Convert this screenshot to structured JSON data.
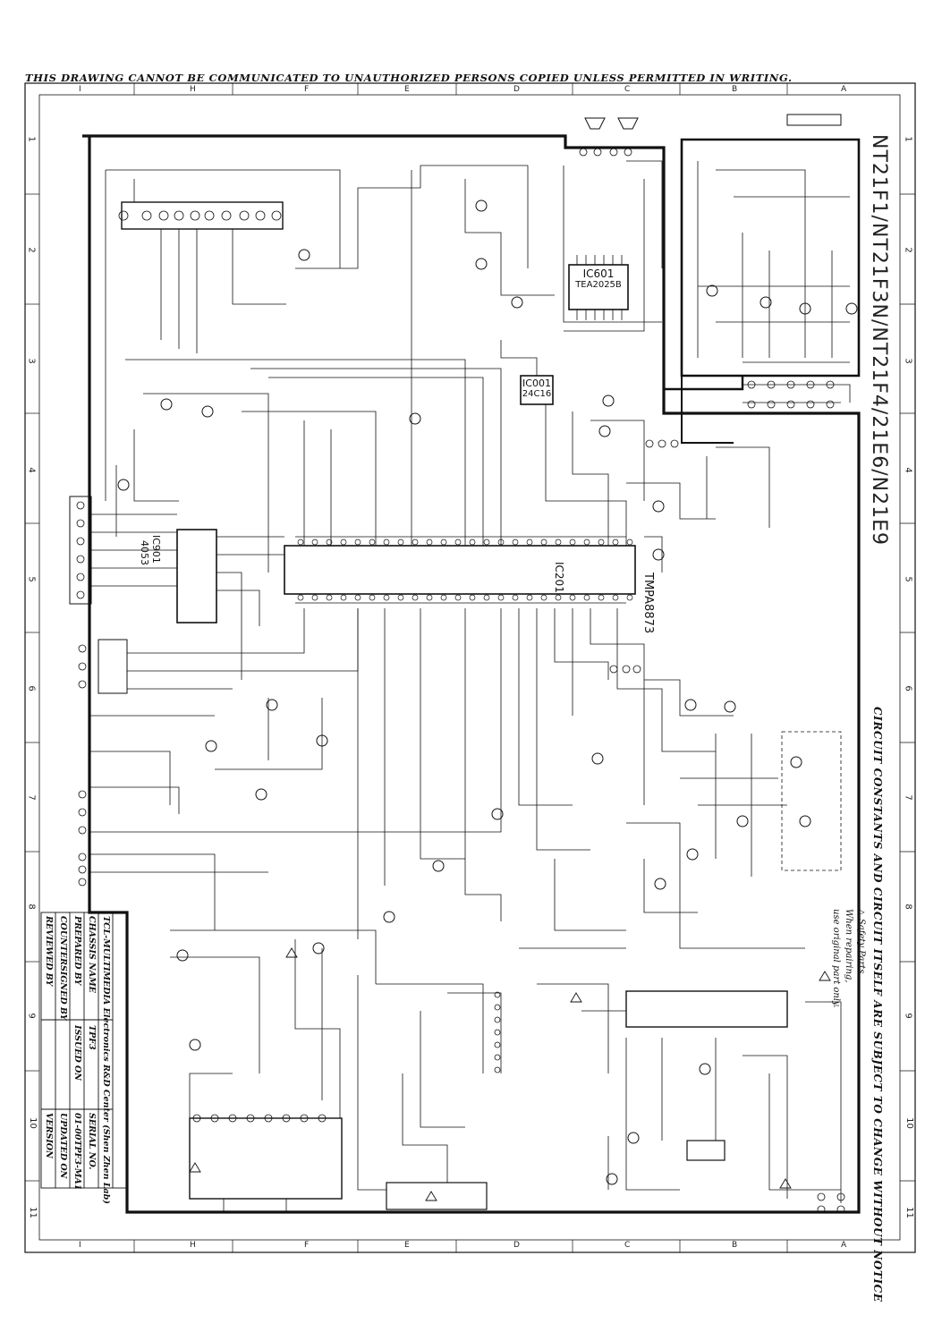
{
  "warning": "THIS DRAWING CANNOT BE COMMUNICATED TO UNAUTHORIZED PERSONS COPIED UNLESS PERMITTED IN WRITING.",
  "model_title": "NT21F1/NT21F3N/NT21F4/21E6/N21E9",
  "notice": "CIRCUIT CONSTANTS AND CIRCUIT ITSELF ARE SUBJECT TO CHANGE WITHOUT NOTICE",
  "safety": {
    "line1": "△ Safety Parts",
    "line2": "When repairing,",
    "line3": "use original part only."
  },
  "ics": {
    "ic601": "IC601",
    "ic601_part": "TEA2025B",
    "ic001": "IC001",
    "ic001_part": "24C16",
    "ic201": "IC201",
    "ic201_part": "TMPA8873",
    "ic901": "IC901",
    "ic901_part": "4053"
  },
  "title_block": {
    "company": "TCL-MULTIMEDIA Electronics R&D Center (Shen Zhen Lab)",
    "chassis_label": "CHASSIS NAME",
    "chassis_value": "TPF3",
    "serial_label": "SERIAL NO.",
    "serial_value": "01-00TPF3-MA1",
    "prepared_label": "PREPARED BY",
    "issued_label": "ISSUED ON",
    "countersigned_label": "COUNTERSIGNED BY",
    "updated_label": "UPDATED ON",
    "reviewed_label": "REVIEWED BY",
    "version_label": "VERSION"
  },
  "grid": {
    "letters": [
      "I",
      "H",
      "F",
      "E",
      "D",
      "C",
      "B",
      "A"
    ],
    "numbers": [
      "1",
      "2",
      "3",
      "4",
      "5",
      "6",
      "7",
      "8",
      "9",
      "10",
      "11"
    ]
  }
}
